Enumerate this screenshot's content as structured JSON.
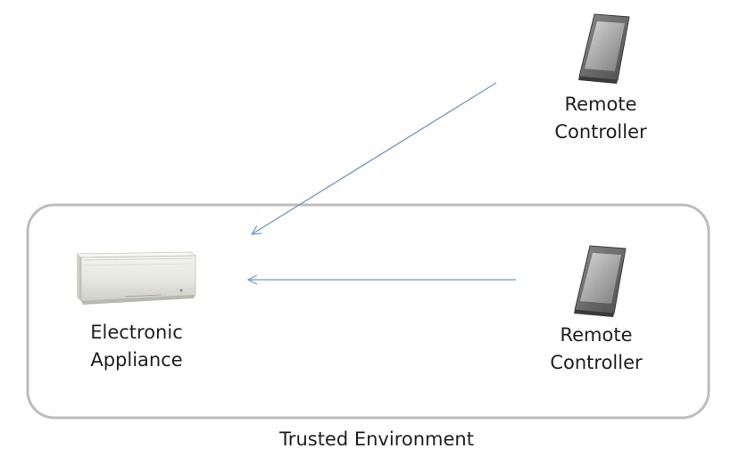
{
  "trusted_environment": {
    "label": "Trusted Environment",
    "border_color": "#bdbdbd"
  },
  "nodes": {
    "remote_controller_outside": {
      "label_line1": "Remote",
      "label_line2": "Controller",
      "icon": "smartphone-icon"
    },
    "remote_controller_inside": {
      "label_line1": "Remote",
      "label_line2": "Controller",
      "icon": "smartphone-icon"
    },
    "electronic_appliance": {
      "label_line1": "Electronic",
      "label_line2": "Appliance",
      "icon": "air-conditioner-icon"
    }
  },
  "arrows": {
    "color": "#6f98cf"
  }
}
